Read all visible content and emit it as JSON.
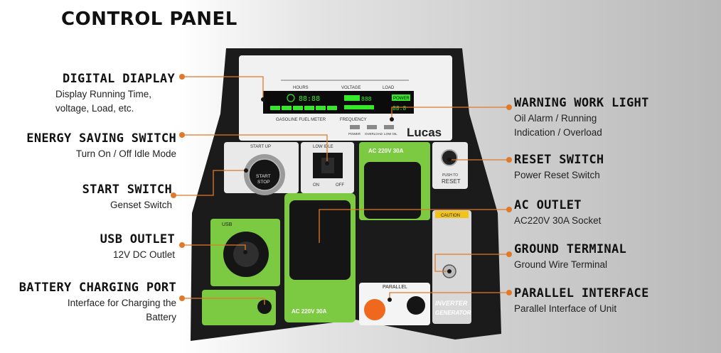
{
  "title": "CONTROL PANEL",
  "colors": {
    "leader": "#e07a2a",
    "panel_green": "#7cc942",
    "panel_dark": "#1b1b1b",
    "lcd_green": "#35e82a"
  },
  "callouts": {
    "digital_display": {
      "title": "DIGITAL DIAPLAY",
      "desc1": "Display Running Time,",
      "desc2": "voltage, Load, etc."
    },
    "energy_saving": {
      "title": "ENERGY SAVING SWITCH",
      "desc1": "Turn On / Off Idle Mode"
    },
    "start_switch": {
      "title": "START SWITCH",
      "desc1": "Genset Switch"
    },
    "usb_outlet": {
      "title": "USB OUTLET",
      "desc1": "12V  DC Outlet"
    },
    "battery_port": {
      "title": "BATTERY CHARGING PORT",
      "desc1": "Interface for Charging the",
      "desc2": "Battery"
    },
    "warning_light": {
      "title": "WARNING WORK LIGHT",
      "desc1": "Oil Alarm / Running",
      "desc2": "Indication / Overload"
    },
    "reset_switch": {
      "title": "RESET SWITCH",
      "desc1": "Power Reset Switch"
    },
    "ac_outlet": {
      "title": "AC OUTLET",
      "desc1": "AC220V 30A Socket"
    },
    "ground_terminal": {
      "title": "GROUND TERMINAL",
      "desc1": "Ground Wire Terminal"
    },
    "parallel": {
      "title": "PARALLEL INTERFACE",
      "desc1": "Parallel Interface of Unit"
    }
  },
  "panel": {
    "hours": "HOURS",
    "voltage": "VOLTAGE",
    "load": "LOAD",
    "lcd_time": "88:88",
    "lcd_power": "POWER",
    "lcd_volt": "888",
    "lcd_freq": "88.8",
    "fuel_meter": "GASOLINE FUEL METER",
    "frequency": "FREQUENCY",
    "ind_power": "POWER",
    "ind_overload": "OVERLOAD",
    "ind_lowoil": "LOW OIL",
    "brand": "Lucas",
    "start_up": "START UP",
    "start_btn_1": "START",
    "start_btn_2": "STOP",
    "low_idle": "LOW IDLE",
    "on": "ON",
    "off": "OFF",
    "ac_label": "AC 220V 30A",
    "push_to": "PUSH TO",
    "reset": "RESET",
    "usb": "USB",
    "caution": "CAUTION",
    "parallel_label": "PARALLEL",
    "inverter_1": "INVERTER",
    "inverter_2": "GENERATOR"
  }
}
